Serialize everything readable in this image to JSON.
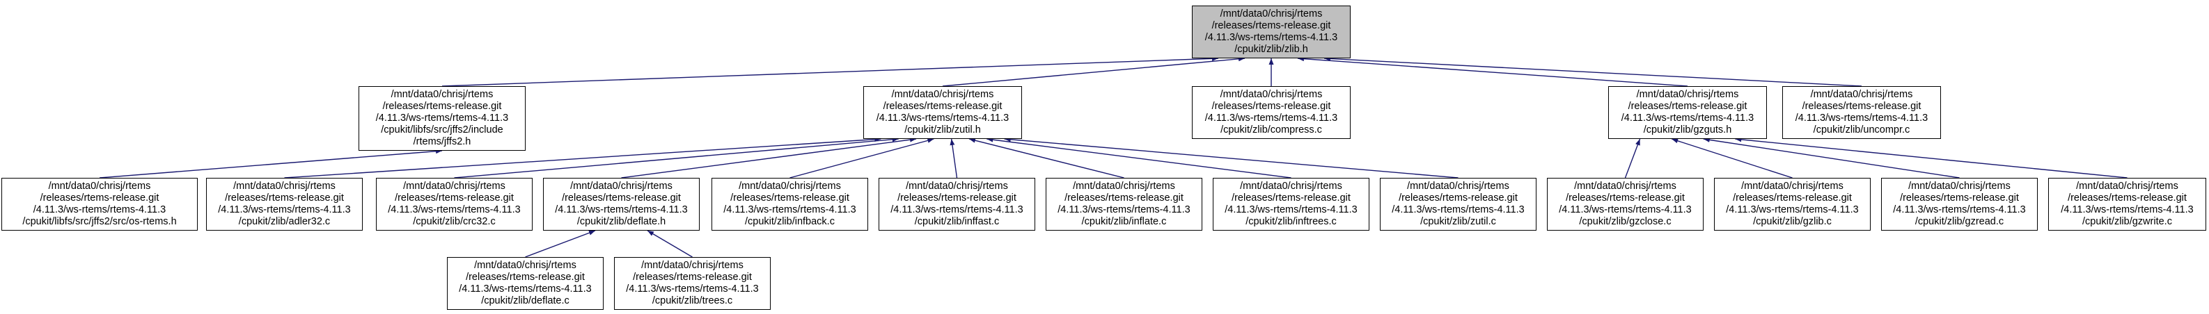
{
  "colors": {
    "highlight_fill": "#bfbfbf",
    "node_fill": "#ffffff",
    "border": "#000000",
    "edge": "#191970",
    "text": "#000000"
  },
  "nodes": {
    "zlib_h": {
      "text": "/mnt/data0/chrisj/rtems\n/releases/rtems-release.git\n/4.11.3/ws-rtems/rtems-4.11.3\n/cpukit/zlib/zlib.h"
    },
    "jffs2_h": {
      "text": "/mnt/data0/chrisj/rtems\n/releases/rtems-release.git\n/4.11.3/ws-rtems/rtems-4.11.3\n/cpukit/libfs/src/jffs2/include\n/rtems/jffs2.h"
    },
    "zutil_h": {
      "text": "/mnt/data0/chrisj/rtems\n/releases/rtems-release.git\n/4.11.3/ws-rtems/rtems-4.11.3\n/cpukit/zlib/zutil.h"
    },
    "compress_c": {
      "text": "/mnt/data0/chrisj/rtems\n/releases/rtems-release.git\n/4.11.3/ws-rtems/rtems-4.11.3\n/cpukit/zlib/compress.c"
    },
    "gzguts_h": {
      "text": "/mnt/data0/chrisj/rtems\n/releases/rtems-release.git\n/4.11.3/ws-rtems/rtems-4.11.3\n/cpukit/zlib/gzguts.h"
    },
    "uncompr_c": {
      "text": "/mnt/data0/chrisj/rtems\n/releases/rtems-release.git\n/4.11.3/ws-rtems/rtems-4.11.3\n/cpukit/zlib/uncompr.c"
    },
    "os_rtems_h": {
      "text": "/mnt/data0/chrisj/rtems\n/releases/rtems-release.git\n/4.11.3/ws-rtems/rtems-4.11.3\n/cpukit/libfs/src/jffs2/src/os-rtems.h"
    },
    "adler32_c": {
      "text": "/mnt/data0/chrisj/rtems\n/releases/rtems-release.git\n/4.11.3/ws-rtems/rtems-4.11.3\n/cpukit/zlib/adler32.c"
    },
    "crc32_c": {
      "text": "/mnt/data0/chrisj/rtems\n/releases/rtems-release.git\n/4.11.3/ws-rtems/rtems-4.11.3\n/cpukit/zlib/crc32.c"
    },
    "deflate_h": {
      "text": "/mnt/data0/chrisj/rtems\n/releases/rtems-release.git\n/4.11.3/ws-rtems/rtems-4.11.3\n/cpukit/zlib/deflate.h"
    },
    "infback_c": {
      "text": "/mnt/data0/chrisj/rtems\n/releases/rtems-release.git\n/4.11.3/ws-rtems/rtems-4.11.3\n/cpukit/zlib/infback.c"
    },
    "inffast_c": {
      "text": "/mnt/data0/chrisj/rtems\n/releases/rtems-release.git\n/4.11.3/ws-rtems/rtems-4.11.3\n/cpukit/zlib/inffast.c"
    },
    "inflate_c": {
      "text": "/mnt/data0/chrisj/rtems\n/releases/rtems-release.git\n/4.11.3/ws-rtems/rtems-4.11.3\n/cpukit/zlib/inflate.c"
    },
    "inftrees_c": {
      "text": "/mnt/data0/chrisj/rtems\n/releases/rtems-release.git\n/4.11.3/ws-rtems/rtems-4.11.3\n/cpukit/zlib/inftrees.c"
    },
    "zutil_c": {
      "text": "/mnt/data0/chrisj/rtems\n/releases/rtems-release.git\n/4.11.3/ws-rtems/rtems-4.11.3\n/cpukit/zlib/zutil.c"
    },
    "gzclose_c": {
      "text": "/mnt/data0/chrisj/rtems\n/releases/rtems-release.git\n/4.11.3/ws-rtems/rtems-4.11.3\n/cpukit/zlib/gzclose.c"
    },
    "gzlib_c": {
      "text": "/mnt/data0/chrisj/rtems\n/releases/rtems-release.git\n/4.11.3/ws-rtems/rtems-4.11.3\n/cpukit/zlib/gzlib.c"
    },
    "gzread_c": {
      "text": "/mnt/data0/chrisj/rtems\n/releases/rtems-release.git\n/4.11.3/ws-rtems/rtems-4.11.3\n/cpukit/zlib/gzread.c"
    },
    "gzwrite_c": {
      "text": "/mnt/data0/chrisj/rtems\n/releases/rtems-release.git\n/4.11.3/ws-rtems/rtems-4.11.3\n/cpukit/zlib/gzwrite.c"
    },
    "deflate_c": {
      "text": "/mnt/data0/chrisj/rtems\n/releases/rtems-release.git\n/4.11.3/ws-rtems/rtems-4.11.3\n/cpukit/zlib/deflate.c"
    },
    "trees_c": {
      "text": "/mnt/data0/chrisj/rtems\n/releases/rtems-release.git\n/4.11.3/ws-rtems/rtems-4.11.3\n/cpukit/zlib/trees.c"
    }
  },
  "edges": [
    {
      "from": "jffs2_h",
      "to": "zlib_h"
    },
    {
      "from": "zutil_h",
      "to": "zlib_h"
    },
    {
      "from": "compress_c",
      "to": "zlib_h"
    },
    {
      "from": "gzguts_h",
      "to": "zlib_h"
    },
    {
      "from": "uncompr_c",
      "to": "zlib_h"
    },
    {
      "from": "os_rtems_h",
      "to": "jffs2_h"
    },
    {
      "from": "adler32_c",
      "to": "zutil_h"
    },
    {
      "from": "crc32_c",
      "to": "zutil_h"
    },
    {
      "from": "deflate_h",
      "to": "zutil_h"
    },
    {
      "from": "infback_c",
      "to": "zutil_h"
    },
    {
      "from": "inffast_c",
      "to": "zutil_h"
    },
    {
      "from": "inflate_c",
      "to": "zutil_h"
    },
    {
      "from": "inftrees_c",
      "to": "zutil_h"
    },
    {
      "from": "zutil_c",
      "to": "zutil_h"
    },
    {
      "from": "gzclose_c",
      "to": "gzguts_h"
    },
    {
      "from": "gzlib_c",
      "to": "gzguts_h"
    },
    {
      "from": "gzread_c",
      "to": "gzguts_h"
    },
    {
      "from": "gzwrite_c",
      "to": "gzguts_h"
    },
    {
      "from": "deflate_c",
      "to": "deflate_h"
    },
    {
      "from": "trees_c",
      "to": "deflate_h"
    }
  ]
}
